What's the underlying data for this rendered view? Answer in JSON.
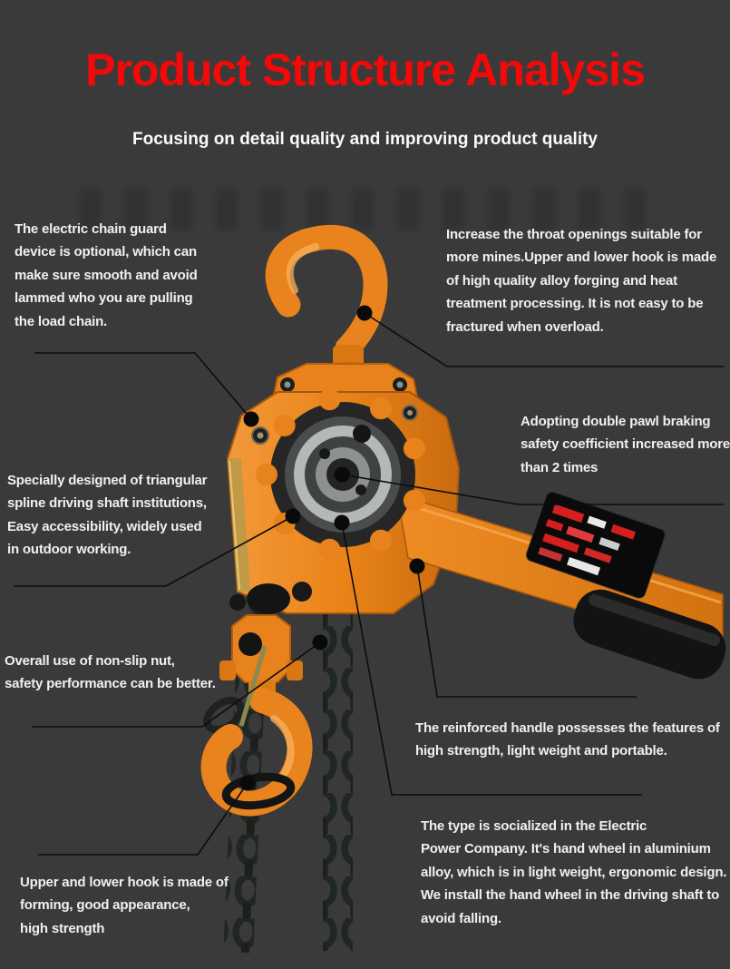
{
  "poster": {
    "title": "Product Structure Analysis",
    "subtitle": "Focusing on detail quality and improving product quality",
    "colors": {
      "background": "#3a3a3a",
      "title_red": "#f50808",
      "body_text": "#f1f0ee",
      "product_orange": "#e8821c",
      "leader_line": "#0c0c0c"
    },
    "illustration": "lever-chain-hoist",
    "annotations": [
      {
        "id": "electric-chain-guard",
        "text": "The electric chain guard\ndevice is optional, which can\nmake sure smooth and avoid\nlammed who you are pulling\nthe load chain."
      },
      {
        "id": "throat-openings",
        "text": "Increase the throat openings suitable for\nmore mines.Upper and lower hook is made\nof high quality alloy forging and heat\ntreatment processing. It is not easy to be\nfractured when overload."
      },
      {
        "id": "double-pawl-braking",
        "text": "Adopting double pawl braking\nsafety coefficient increased more\nthan 2 times"
      },
      {
        "id": "spline-driving-shaft",
        "text": "Specially designed of triangular\nspline driving shaft institutions,\nEasy accessibility, widely used\nin outdoor working."
      },
      {
        "id": "non-slip-nut",
        "text": "Overall use of non-slip nut,\nsafety performance can be better."
      },
      {
        "id": "reinforced-handle",
        "text": "The reinforced handle possesses the features of\nhigh strength, light weight and portable."
      },
      {
        "id": "hand-wheel",
        "text": "The type is socialized in the Electric\nPower Company. It's hand wheel in aluminium\nalloy, which is in light weight, ergonomic design.\nWe install the hand wheel in the driving shaft to\navoid falling."
      },
      {
        "id": "upper-lower-hook",
        "text": "Upper and lower hook is made of\nforming, good appearance,\nhigh strength"
      }
    ]
  }
}
